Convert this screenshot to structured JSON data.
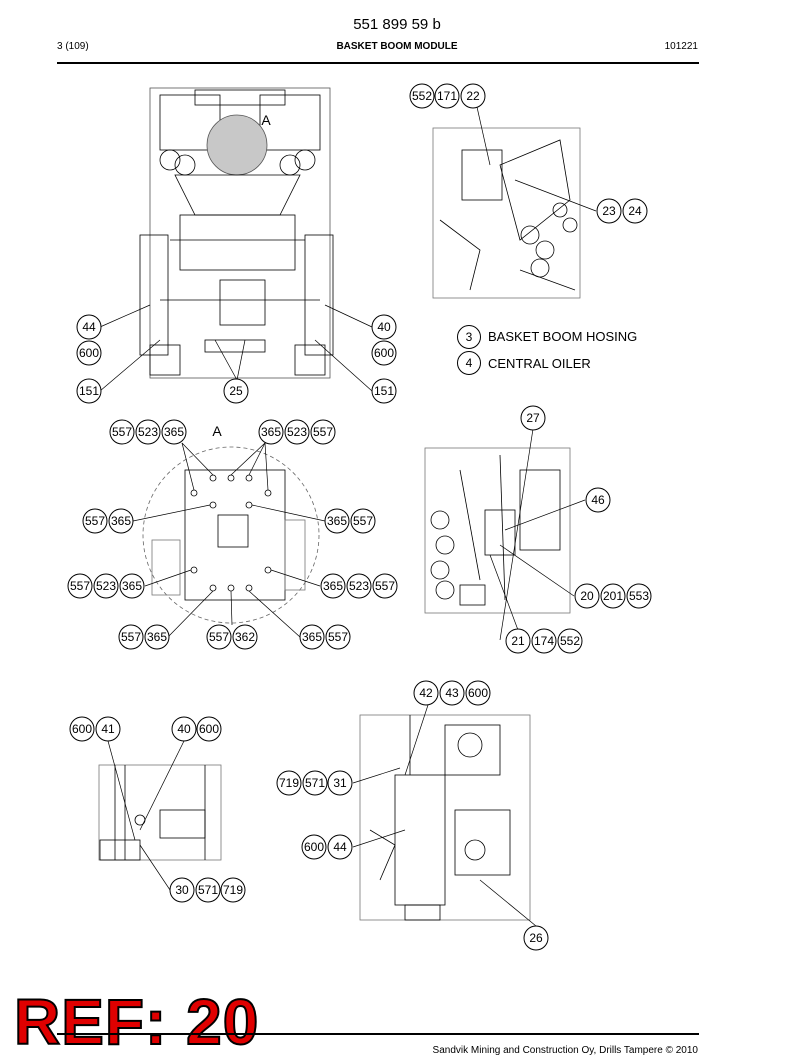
{
  "header": {
    "doc_number": "551 899 59 b",
    "page": "3 (109)",
    "title": "BASKET BOOM MODULE",
    "date": "101221"
  },
  "views": {
    "top_view_label": "A",
    "detail_view_label": "A"
  },
  "callouts": {
    "v1_44": "44",
    "v1_600l": "600",
    "v1_151l": "151",
    "v1_25": "25",
    "v1_40": "40",
    "v1_600r": "600",
    "v1_151r": "151",
    "v2_552": "552",
    "v2_171": "171",
    "v2_22": "22",
    "v2_23": "23",
    "v2_24": "24",
    "v3_557a": "557",
    "v3_523a": "523",
    "v3_365a": "365",
    "v3_365b": "365",
    "v3_523b": "523",
    "v3_557b": "557",
    "v3_557c": "557",
    "v3_365c": "365",
    "v3_365d": "365",
    "v3_557d": "557",
    "v3_557e": "557",
    "v3_523e": "523",
    "v3_365e": "365",
    "v3_365f": "365",
    "v3_523f": "523",
    "v3_557f": "557",
    "v3_557g": "557",
    "v3_365g": "365",
    "v3_557h": "557",
    "v3_362h": "362",
    "v3_365i": "365",
    "v3_557i": "557",
    "v4_27": "27",
    "v4_46": "46",
    "v4_20": "20",
    "v4_201": "201",
    "v4_553": "553",
    "v4_21": "21",
    "v4_174": "174",
    "v4_552": "552",
    "v5_600a": "600",
    "v5_41": "41",
    "v5_40": "40",
    "v5_600b": "600",
    "v5_30": "30",
    "v5_571": "571",
    "v5_719": "719",
    "v6_42": "42",
    "v6_43": "43",
    "v6_600": "600",
    "v6_719": "719",
    "v6_571": "571",
    "v6_31": "31",
    "v6_600b": "600",
    "v6_44": "44",
    "v6_26": "26"
  },
  "legend": [
    {
      "num": "3",
      "text": "BASKET BOOM HOSING"
    },
    {
      "num": "4",
      "text": "CENTRAL OILER"
    }
  ],
  "watermark": "REF: 20",
  "footer": "Sandvik Mining and Construction Oy, Drills Tampere © 2010"
}
